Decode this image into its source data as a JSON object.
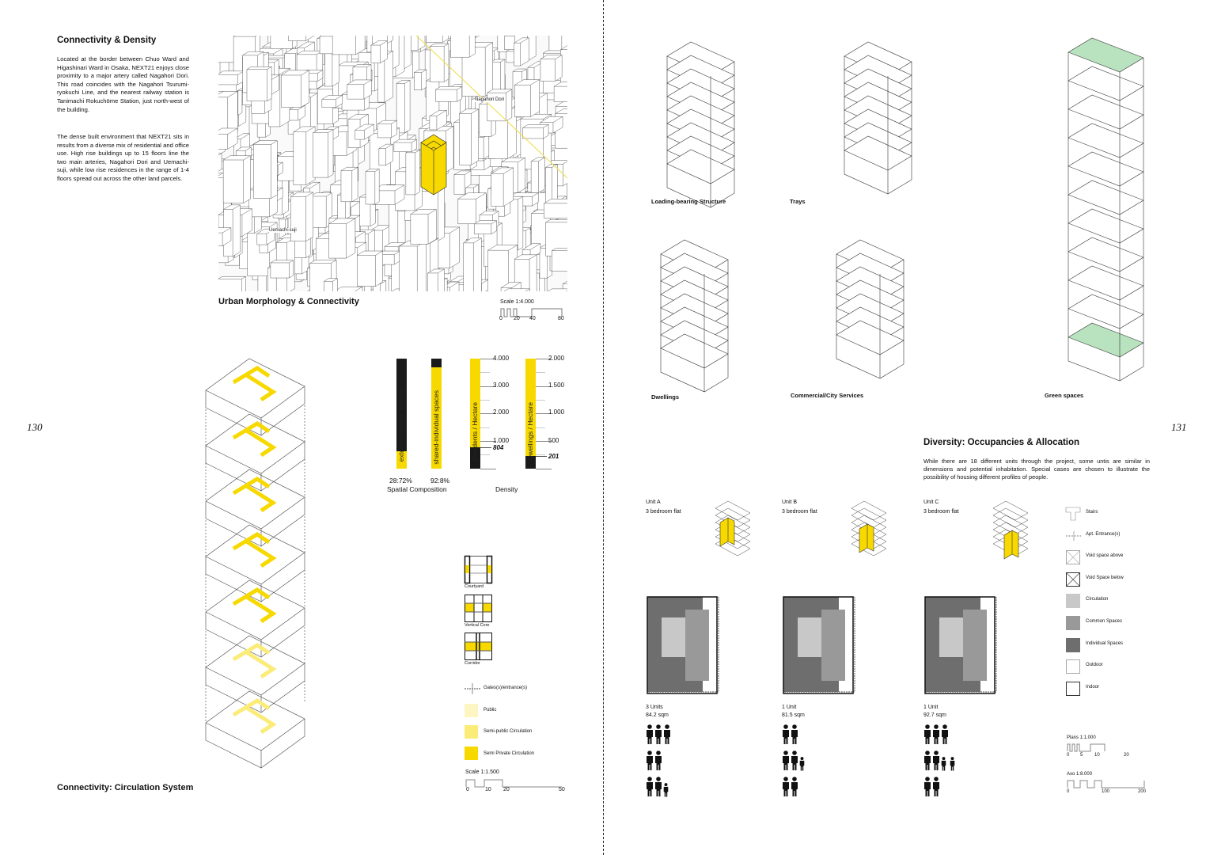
{
  "left_page": {
    "page_number": "130",
    "connectivity_density": {
      "title": "Connectivity & Density",
      "paragraph1": "Located at the border between Chuo Ward and Higashinari Ward in Osaka, NEXT21 enjoys close proximity to a major artery called Nagahori Dori. This road coincides with the Nagahori Tsurumi-ryokuchi Line, and the nearest railway station is Tanimachi Rokuchōme Station, just north-west of the building.",
      "paragraph2": "The dense built environment that NEXT21 sits in results from a diverse mix of residential and office use. High rise buildings up to 15 floors line the two main arteries, Nagahori Dori and Uemachi-suji, while low rise residences in the range of 1-4 floors spread out across the other land parcels."
    },
    "map": {
      "caption": "Urban Morphology & Connectivity",
      "label_nagahori": "Nagahori Dori",
      "label_uemachi": "Uemachi-suji",
      "scale_title": "Scale 1:4.000",
      "scale_ticks": [
        "0",
        "20",
        "40",
        "80"
      ]
    },
    "spatial": {
      "bars": [
        {
          "label": "external-internal spaces",
          "ratio": "28:72%",
          "yellow_fraction": 0.16
        },
        {
          "label": "shared-individual spaces",
          "ratio": "92:8%",
          "yellow_fraction": 0.92
        }
      ],
      "caption": "Spatial Composition"
    },
    "density": {
      "caption": "Density",
      "bars": [
        {
          "label": "Residents / Hectare",
          "value": 804,
          "value_label": "804",
          "ticks": [
            "4.000",
            "3.000",
            "2.000",
            "1.000"
          ],
          "max": 4000
        },
        {
          "label": "Dwellings / Hectare",
          "value": 201,
          "value_label": "201",
          "ticks": [
            "2.000",
            "1.500",
            "1.000",
            "500"
          ],
          "max": 2000
        }
      ]
    },
    "circulation": {
      "caption": "Connectivity: Circulation System",
      "types": [
        "Courtyard",
        "Vertical Core",
        "Corridor"
      ],
      "legend": [
        {
          "label": "Gates(s)/entrance(s)",
          "color": ""
        },
        {
          "label": "Public",
          "color": "#fdf6c3"
        },
        {
          "label": "Semi-public Circulation",
          "color": "#fbec7a"
        },
        {
          "label": "Semi Private Circulation",
          "color": "#f7d900"
        }
      ],
      "scale_title": "Scale 1:1.500",
      "scale_ticks": [
        "0",
        "10",
        "20",
        "50"
      ]
    }
  },
  "right_page": {
    "page_number": "131",
    "systems": [
      "Loading-bearing Structure",
      "Trays",
      "Dwellings",
      "Commercial/City Services",
      "Green spaces"
    ],
    "diversity": {
      "title": "Diversity: Occupancies & Allocation",
      "paragraph": "While there are 18 different units through the project, some untis are similar in dimensions and potential inhabitation. Special cases are chosen to illustrate the possibility of housing different profiles of people."
    },
    "units": [
      {
        "name": "Unit A",
        "type": "3 bedroom flat",
        "count": "3 Units",
        "area": "84.2 sqm",
        "occupants": [
          3,
          2,
          3
        ]
      },
      {
        "name": "Unit B",
        "type": "3 bedroom flat",
        "count": "1 Unit",
        "area": "81.5 sqm",
        "occupants": [
          2,
          3,
          2
        ]
      },
      {
        "name": "Unit C",
        "type": "3 bedroom flat",
        "count": "1 Unit",
        "area": "92.7 sqm",
        "occupants": [
          3,
          4,
          2
        ]
      }
    ],
    "legend": [
      {
        "label": "Stairs",
        "kind": "stairs"
      },
      {
        "label": "Apt. Entrance(s)",
        "kind": "entrance"
      },
      {
        "label": "Void space above",
        "kind": "void-light"
      },
      {
        "label": "Void Space below",
        "kind": "void-dark"
      },
      {
        "label": "Circulation",
        "kind": "fill",
        "color": "#c8c8c8"
      },
      {
        "label": "Common Spaces",
        "kind": "fill",
        "color": "#999999"
      },
      {
        "label": "Individual Spaces",
        "kind": "fill",
        "color": "#6e6e6e"
      },
      {
        "label": "Outdoor",
        "kind": "box-light"
      },
      {
        "label": "Indoor",
        "kind": "box"
      }
    ],
    "plans_scale": {
      "title": "Plans 1:1.000",
      "ticks": [
        "0",
        "5",
        "10",
        "20"
      ]
    },
    "axo_scale": {
      "title": "Axo 1:8.000",
      "ticks": [
        "0",
        "100",
        "200"
      ]
    }
  },
  "colors": {
    "accent_yellow": "#f7d900",
    "green": "#8fd19a",
    "dark": "#1a1a1a"
  }
}
